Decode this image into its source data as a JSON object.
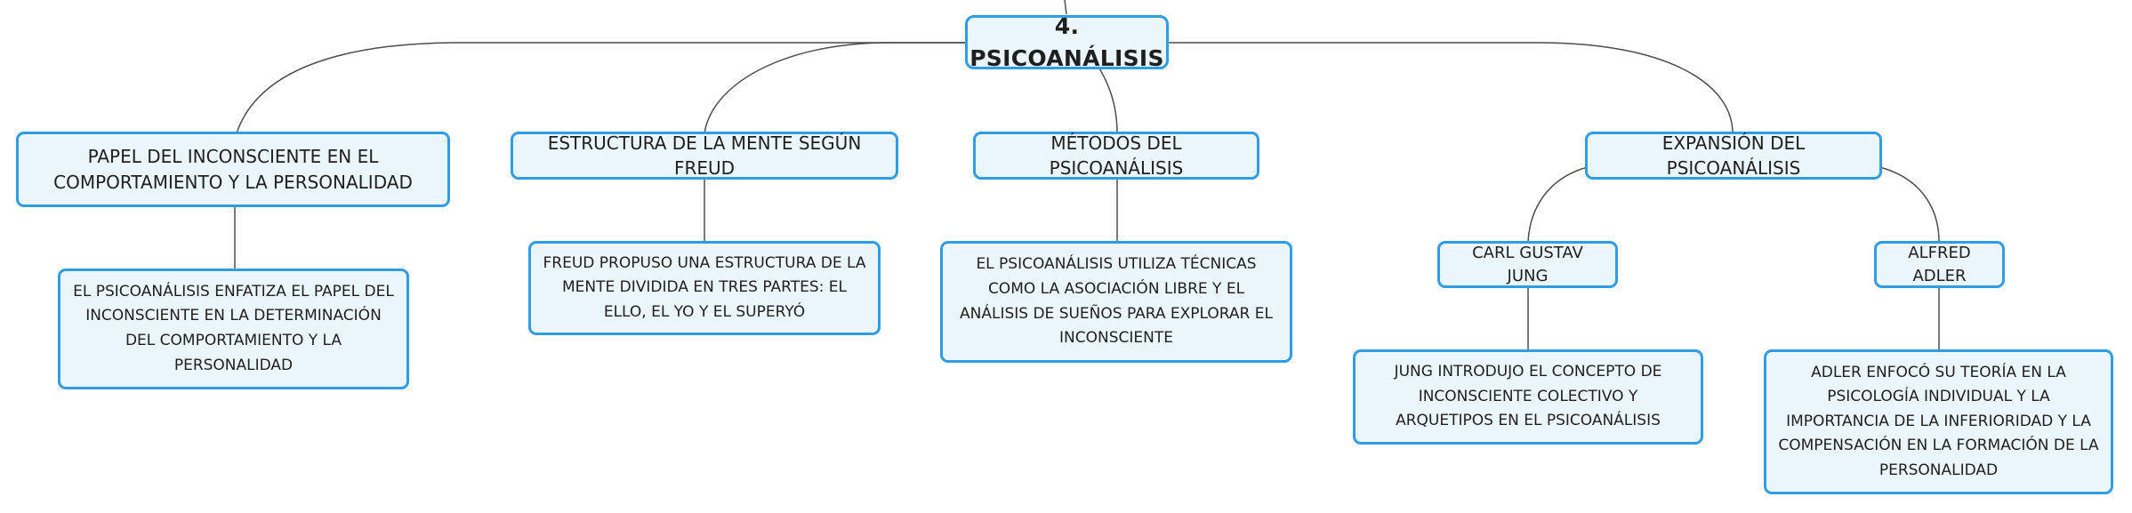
{
  "diagram": {
    "root": {
      "label": "4. PSICOANÁLISIS"
    },
    "branches": [
      {
        "label": "PAPEL DEL INCONSCIENTE EN EL COMPORTAMIENTO Y LA PERSONALIDAD",
        "detail": "EL PSICOANÁLISIS ENFATIZA EL PAPEL DEL INCONSCIENTE EN LA DETERMINACIÓN DEL COMPORTAMIENTO Y LA PERSONALIDAD"
      },
      {
        "label": "ESTRUCTURA DE LA MENTE SEGÚN FREUD",
        "detail": "FREUD PROPUSO UNA ESTRUCTURA DE LA MENTE DIVIDIDA EN TRES PARTES: EL ELLO, EL YO Y EL SUPERYÓ"
      },
      {
        "label": "MÉTODOS DEL PSICOANÁLISIS",
        "detail": "EL PSICOANÁLISIS UTILIZA TÉCNICAS COMO LA ASOCIACIÓN LIBRE Y EL ANÁLISIS DE SUEÑOS PARA EXPLORAR EL INCONSCIENTE"
      },
      {
        "label": "EXPANSIÓN DEL PSICOANÁLISIS",
        "children": [
          {
            "label": "CARL GUSTAV JUNG",
            "detail": "JUNG INTRODUJO EL CONCEPTO DE INCONSCIENTE COLECTIVO Y ARQUETIPOS EN EL PSICOANÁLISIS"
          },
          {
            "label": "ALFRED ADLER",
            "detail": "ADLER ENFOCÓ SU TEORÍA EN LA PSICOLOGÍA INDIVIDUAL Y LA IMPORTANCIA DE LA INFERIORIDAD Y LA COMPENSACIÓN EN LA FORMACIÓN DE LA PERSONALIDAD"
          }
        ]
      }
    ],
    "colors": {
      "node_border": "#2f9ce3",
      "node_fill": "#eaf6fc",
      "connector": "#4d4d4d",
      "text": "#1f1f1f"
    }
  }
}
